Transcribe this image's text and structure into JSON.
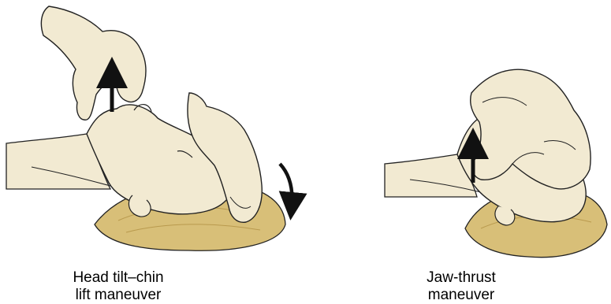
{
  "colors": {
    "skin": "#f2ead2",
    "skin_shadow": "#e4d9bb",
    "hair": "#d8bf78",
    "hair_dark": "#c7a95c",
    "outline": "#222222",
    "arrow": "#111111"
  },
  "panels": [
    {
      "caption_line1": "Head tilt–chin",
      "caption_line2": "lift maneuver",
      "arrows": [
        "up-arrow",
        "down-curved-arrow"
      ]
    },
    {
      "caption_line1": "Jaw-thrust",
      "caption_line2": "maneuver",
      "arrows": [
        "up-arrow"
      ]
    }
  ]
}
